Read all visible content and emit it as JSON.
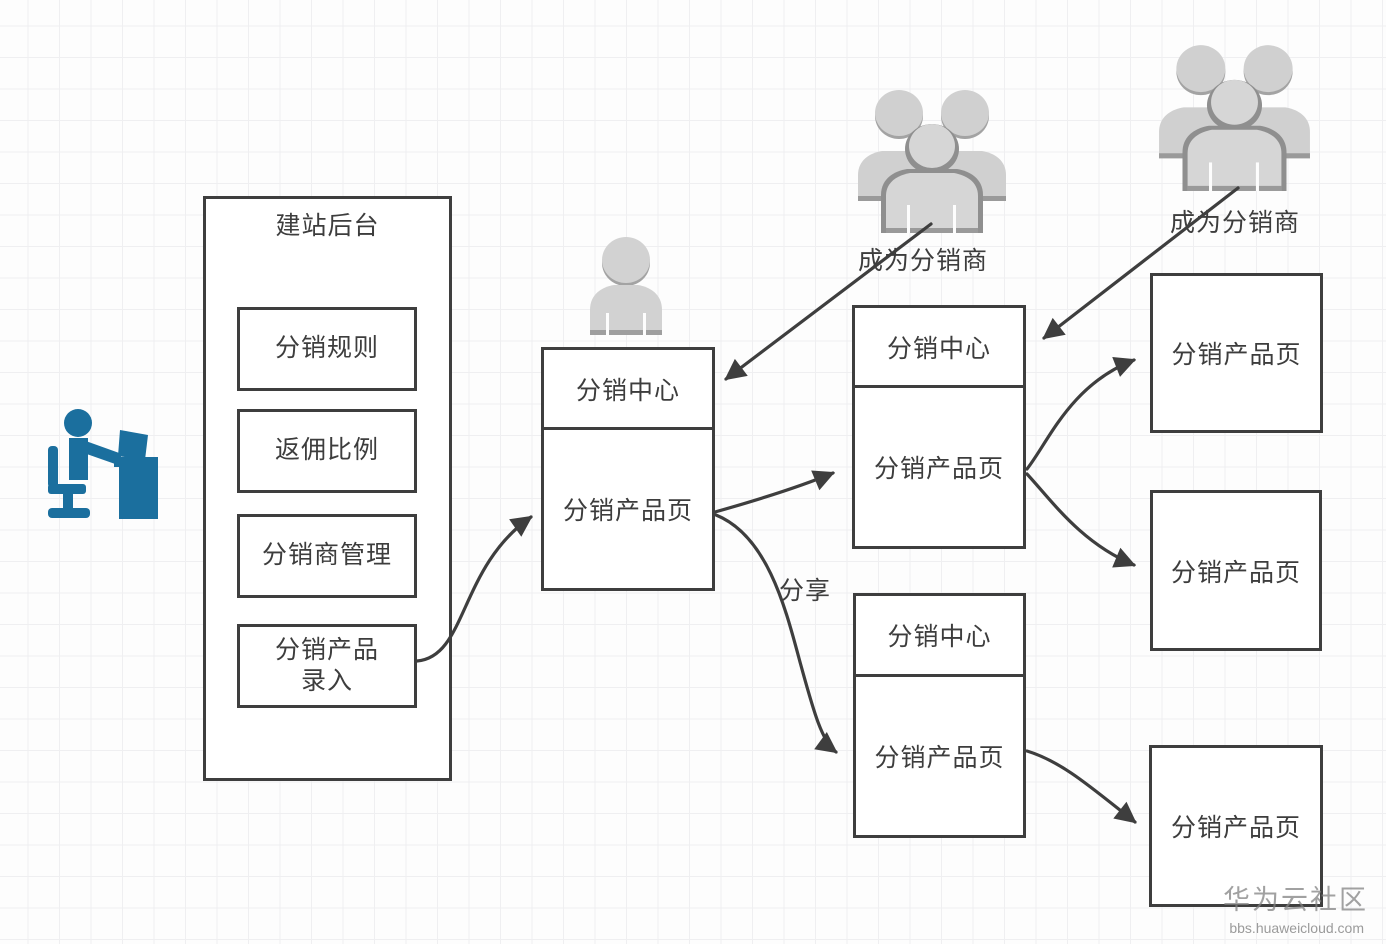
{
  "canvas": {
    "watermark_title": "华为云社区",
    "watermark_domain": "bbs.huaweicloud.com"
  },
  "admin_panel": {
    "title": "建站后台",
    "items": [
      {
        "label": "分销规则"
      },
      {
        "label": "返佣比例"
      },
      {
        "label": "分销商管理"
      },
      {
        "label": "分销产品\n录入"
      }
    ]
  },
  "distributor_stacks": {
    "primary": {
      "center_label": "分销中心",
      "product_label": "分销产品页"
    },
    "secondary": {
      "center_label": "分销中心",
      "product_label": "分销产品页"
    },
    "shared": {
      "center_label": "分销中心",
      "product_label": "分销产品页"
    }
  },
  "product_pages": [
    {
      "label": "分销产品页"
    },
    {
      "label": "分销产品页"
    },
    {
      "label": "分销产品页"
    }
  ],
  "annotations": {
    "become_distributor_primary": "成为分销商",
    "become_distributor_secondary": "成为分销商",
    "share": "分享"
  },
  "icons": {
    "admin": "admin-at-desk-icon",
    "visitor": "user-icon",
    "group_primary": "users-group-icon",
    "group_secondary": "users-group-icon"
  },
  "colors": {
    "stroke": "#3e3e3e",
    "admin_icon_blue": "#1b6f9e",
    "people_icon_gray": "#d0d0d0"
  }
}
